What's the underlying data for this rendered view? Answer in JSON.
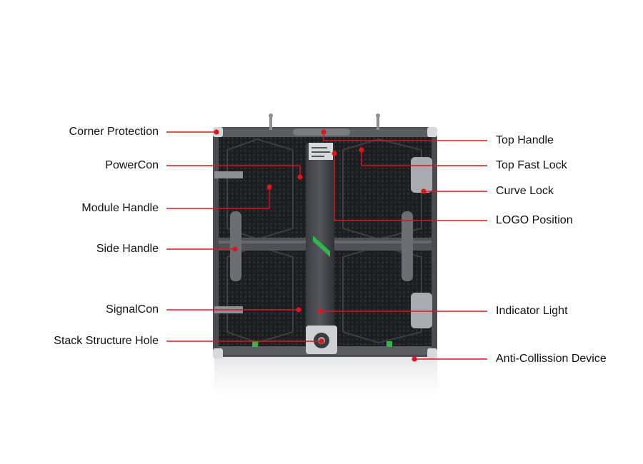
{
  "colors": {
    "leader": "#e0141b",
    "panel_dark": "#1f2023",
    "panel_mid": "#2c2d31",
    "frame": "#5a5c61",
    "accent_green": "#2fb84a"
  },
  "callouts_left": [
    {
      "id": "corner-protection",
      "label": "Corner Protection"
    },
    {
      "id": "powercon",
      "label": "PowerCon"
    },
    {
      "id": "module-handle",
      "label": "Module Handle"
    },
    {
      "id": "side-handle",
      "label": "Side Handle"
    },
    {
      "id": "signalcon",
      "label": "SignalCon"
    },
    {
      "id": "stack-structure-hole",
      "label": "Stack Structure Hole"
    }
  ],
  "callouts_right": [
    {
      "id": "top-handle",
      "label": "Top Handle"
    },
    {
      "id": "top-fast-lock",
      "label": "Top Fast Lock"
    },
    {
      "id": "curve-lock",
      "label": "Curve Lock"
    },
    {
      "id": "logo-position",
      "label": "LOGO Position"
    },
    {
      "id": "indicator-light",
      "label": "Indicator Light"
    },
    {
      "id": "anti-collision-device",
      "label": "Anti-Collission Device"
    }
  ]
}
